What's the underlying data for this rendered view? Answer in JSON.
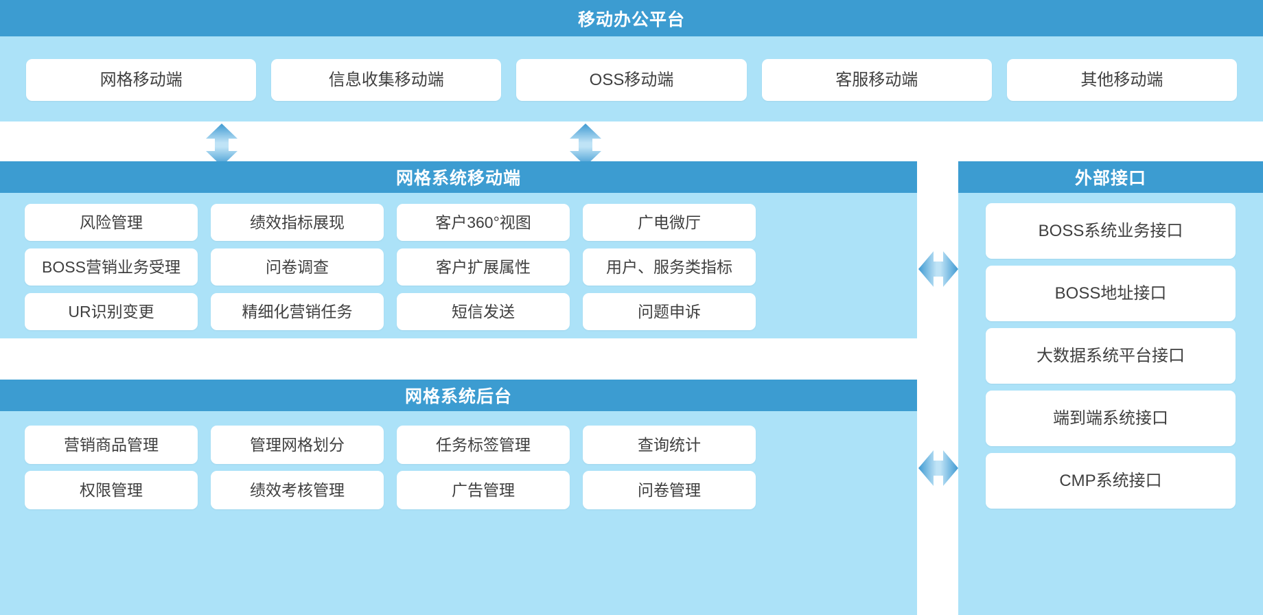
{
  "platform": {
    "title": "移动办公平台",
    "clients": [
      {
        "label": "网格移动端"
      },
      {
        "label": "信息收集移动端"
      },
      {
        "label": "OSS移动端"
      },
      {
        "label": "客服移动端"
      },
      {
        "label": "其他移动端"
      }
    ]
  },
  "mobile_system": {
    "title": "网格系统移动端",
    "modules": [
      {
        "label": "风险管理"
      },
      {
        "label": "绩效指标展现"
      },
      {
        "label": "客户360°视图"
      },
      {
        "label": "广电微厅"
      },
      {
        "label": "BOSS营销业务受理"
      },
      {
        "label": "问卷调查"
      },
      {
        "label": "客户扩展属性"
      },
      {
        "label": "用户、服务类指标"
      },
      {
        "label": "UR识别变更"
      },
      {
        "label": "精细化营销任务"
      },
      {
        "label": "短信发送"
      },
      {
        "label": "问题申诉"
      }
    ]
  },
  "backend_system": {
    "title": "网格系统后台",
    "modules": [
      {
        "label": "营销商品管理"
      },
      {
        "label": "管理网格划分"
      },
      {
        "label": "任务标签管理"
      },
      {
        "label": "查询统计"
      },
      {
        "label": "权限管理"
      },
      {
        "label": "绩效考核管理"
      },
      {
        "label": "广告管理"
      },
      {
        "label": "问卷管理"
      }
    ]
  },
  "external_interface": {
    "title": "外部接口",
    "interfaces": [
      {
        "label": "BOSS系统业务接口"
      },
      {
        "label": "BOSS地址接口"
      },
      {
        "label": "大数据系统平台接口"
      },
      {
        "label": "端到端系统接口"
      },
      {
        "label": "CMP系统接口"
      }
    ]
  },
  "connectors": [
    {
      "name": "vertical-double-arrow-left",
      "direction": "vertical"
    },
    {
      "name": "vertical-double-arrow-right",
      "direction": "vertical"
    },
    {
      "name": "horizontal-double-arrow-mobile",
      "direction": "horizontal"
    },
    {
      "name": "horizontal-double-arrow-backend",
      "direction": "horizontal"
    }
  ],
  "colors": {
    "header_blue": "#3c9cd1",
    "body_blue": "#ace2f8",
    "chip_white": "#ffffff",
    "text_dark": "#3f3f3f",
    "arrow_blue": "#4aa3d4",
    "arrow_light": "#cbe8f8"
  }
}
